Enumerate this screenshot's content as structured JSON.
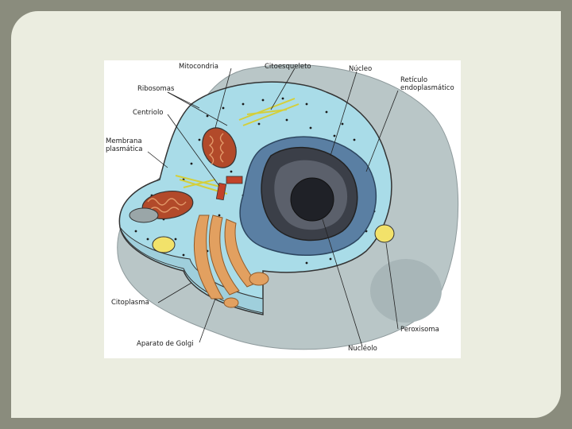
{
  "colors": {
    "background": "#8a8c7d",
    "slide": "#ebede0",
    "cytoplasm": "#a9dce8",
    "shell": "#b9c6c7",
    "nucleus": "#4c6f92",
    "mitochondria": "#b24a2a",
    "golgi": "#e2a060",
    "peroxisome": "#f2e26a"
  },
  "labels": {
    "mitocondria": "Mitocondria",
    "citoesqueleto": "Citoesqueleto",
    "nucleo": "Núcleo",
    "reticulo_line1": "Retículo",
    "reticulo_line2": "endoplasmático",
    "ribosomas": "Ribosomas",
    "centriolo": "Centriolo",
    "membrana_line1": "Membrana",
    "membrana_line2": "plasmática",
    "citoplasma": "Citoplasma",
    "golgi": "Aparato de Golgi",
    "nucleolo": "Nucléolo",
    "peroxisoma": "Peroxisoma"
  }
}
